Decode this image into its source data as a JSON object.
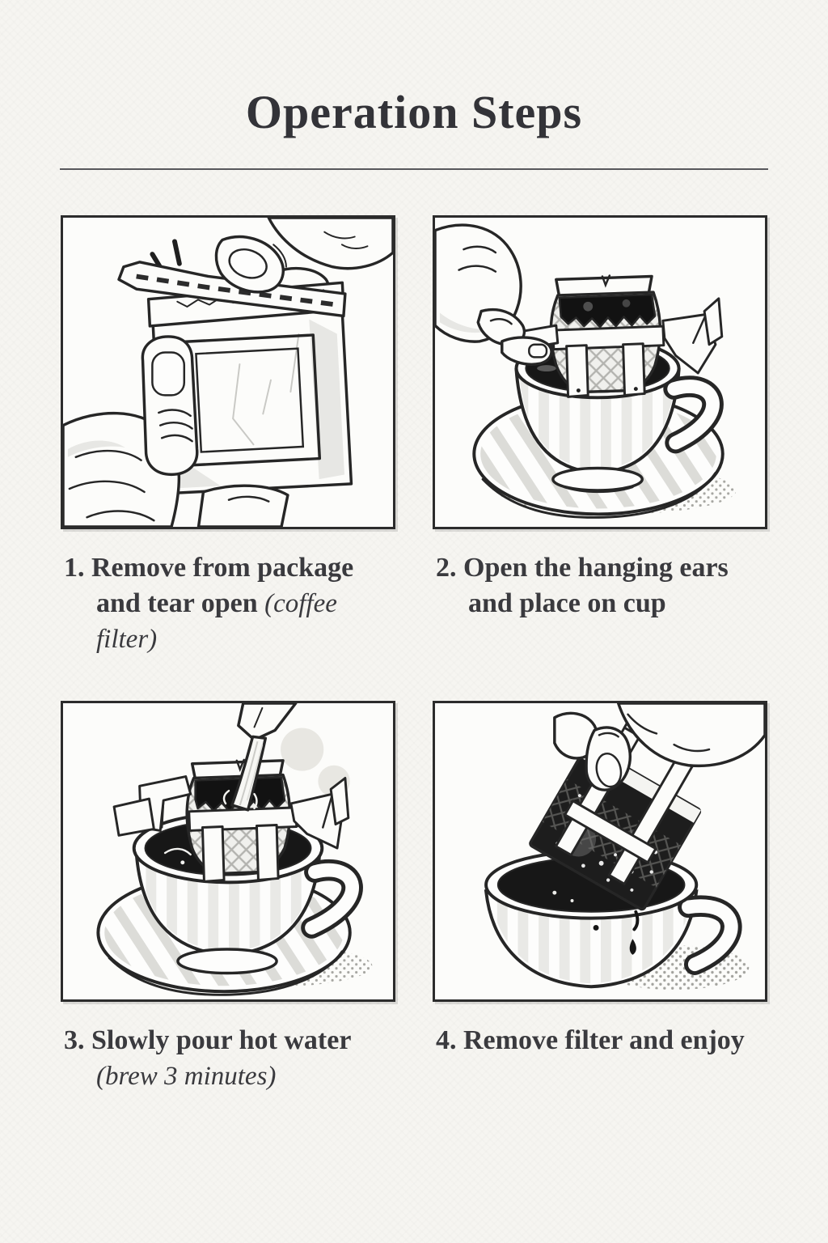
{
  "title": "Operation Steps",
  "colors": {
    "page_background": "#f6f5f1",
    "panel_background": "#fcfcfa",
    "ink": "#262626",
    "caption_text": "#3a3a3e",
    "divider": "#58585c",
    "coffee": "#171717"
  },
  "steps": [
    {
      "line1": "1. Remove from package",
      "line2": "and tear open ",
      "note": "(coffee filter)",
      "illustration": "tear-open-package",
      "alt": "Hands tearing the coffee filter sachet open along a dashed perforation line"
    },
    {
      "line1": "2. Open the hanging ears",
      "line2": "and place on cup",
      "note": "",
      "illustration": "place-filter-on-cup",
      "alt": "Hand opening the hanging ears of the drip filter bag and placing it on a cup on a saucer"
    },
    {
      "line1": "3. Slowly pour hot water",
      "line2": "",
      "note": "(brew 3 minutes)",
      "illustration": "pour-hot-water",
      "alt": "Hot water poured from a kettle spout into the drip filter sitting on the cup"
    },
    {
      "line1": "4. Remove filter and enjoy",
      "line2": "",
      "note": "",
      "illustration": "remove-filter-and-enjoy",
      "alt": "Hand lifting the used dripping filter bag out of the cup of coffee"
    }
  ]
}
